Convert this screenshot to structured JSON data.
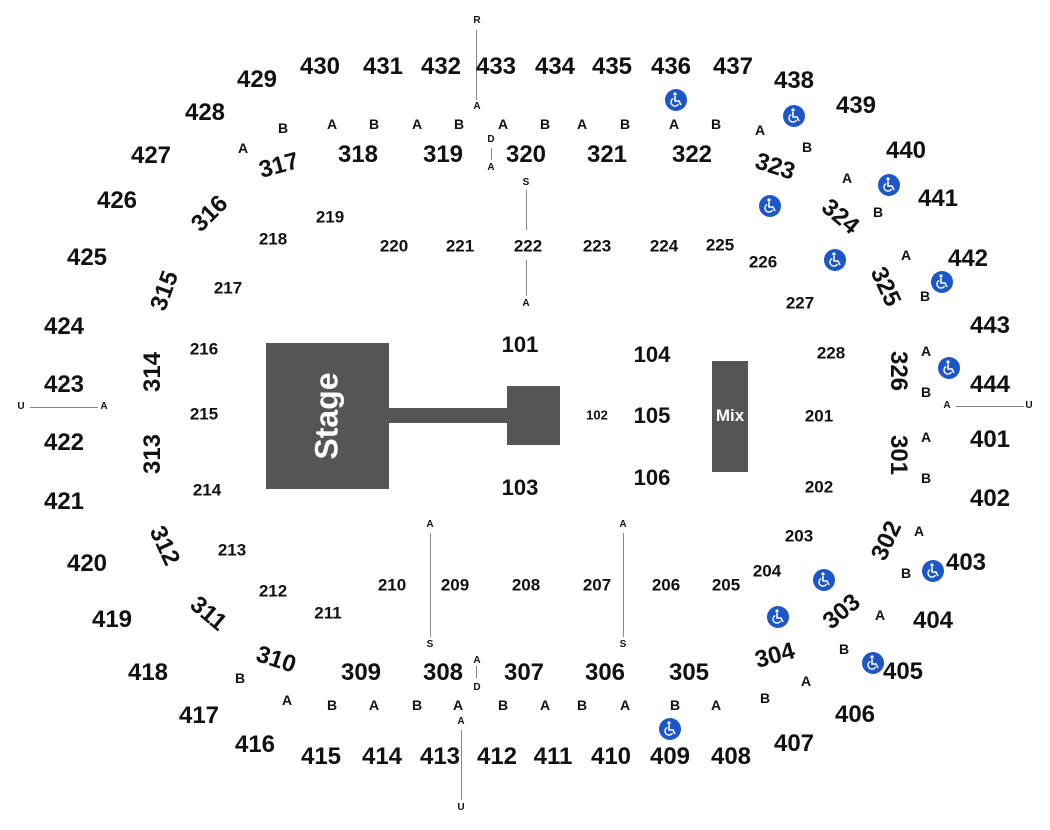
{
  "sections_100": [
    "101",
    "102",
    "103",
    "104",
    "105",
    "106"
  ],
  "sections_200": [
    "201",
    "202",
    "203",
    "204",
    "205",
    "206",
    "207",
    "208",
    "209",
    "210",
    "211",
    "212",
    "213",
    "214",
    "215",
    "216",
    "217",
    "218",
    "219",
    "220",
    "221",
    "222",
    "223",
    "224",
    "225",
    "226",
    "227",
    "228"
  ],
  "sections_300": [
    "301",
    "302",
    "303",
    "304",
    "305",
    "306",
    "307",
    "308",
    "309",
    "310",
    "311",
    "312",
    "313",
    "314",
    "315",
    "316",
    "317",
    "318",
    "319",
    "320",
    "321",
    "322",
    "323",
    "324",
    "325",
    "326"
  ],
  "sections_400": [
    "401",
    "402",
    "403",
    "404",
    "405",
    "406",
    "407",
    "408",
    "409",
    "410",
    "411",
    "412",
    "413",
    "414",
    "415",
    "416",
    "417",
    "418",
    "419",
    "420",
    "421",
    "422",
    "423",
    "424",
    "425",
    "426",
    "427",
    "428",
    "429",
    "430",
    "431",
    "432",
    "433",
    "434",
    "435",
    "436",
    "437",
    "438",
    "439",
    "440",
    "441",
    "442",
    "443",
    "444"
  ],
  "stage_label": "Stage",
  "mix_label": "Mix",
  "row_labels_top": [
    "A",
    "B",
    "A",
    "B",
    "A",
    "B",
    "A",
    "B",
    "A",
    "B",
    "A",
    "B",
    "A",
    "B"
  ],
  "row_labels_bottom": [
    "B",
    "A",
    "B",
    "A",
    "B",
    "A",
    "B",
    "A",
    "B",
    "A",
    "B",
    "A",
    "B",
    "A"
  ],
  "row_labels_right": [
    "A",
    "B",
    "A",
    "B",
    "A",
    "B",
    "A",
    "B",
    "A",
    "B",
    "A",
    "B"
  ],
  "aisle_labels": [
    "R",
    "A",
    "D",
    "A",
    "S",
    "A",
    "U",
    "A",
    "U",
    "A",
    "A",
    "S",
    "A",
    "S",
    "A",
    "D",
    "A",
    "U"
  ],
  "colors": {
    "stage": "#555555",
    "accessible_icon": "#1d56c7",
    "aisle_line": "#888888"
  },
  "accessible_icon_name": "wheelchair-icon"
}
